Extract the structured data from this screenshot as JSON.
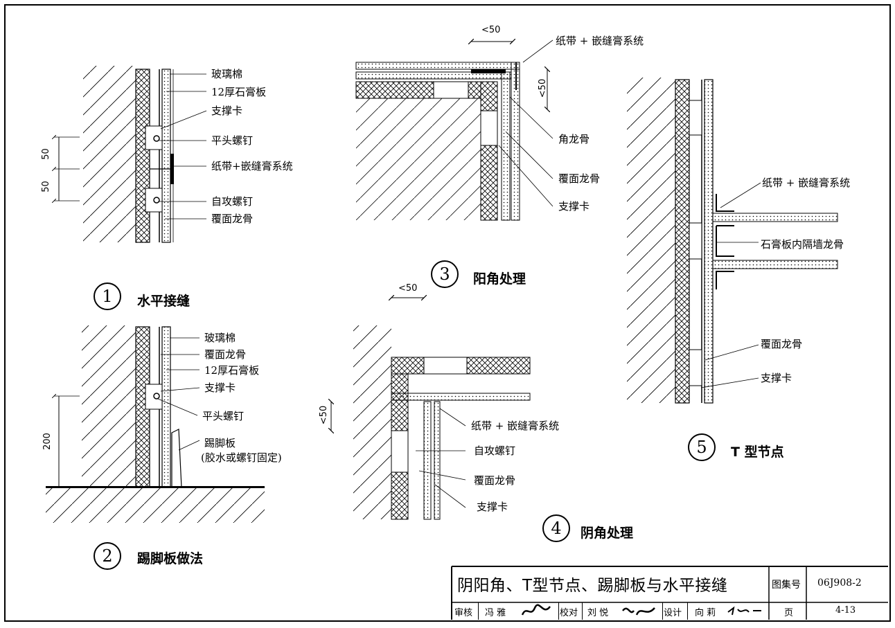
{
  "detail1": {
    "number": "1",
    "title": "水平接缝",
    "labels": [
      "玻璃棉",
      "12厚石膏板",
      "支撑卡",
      "平头螺钉",
      "纸带+嵌缝膏系统",
      "自攻螺钉",
      "覆面龙骨"
    ],
    "dims": [
      "50",
      "50"
    ]
  },
  "detail2": {
    "number": "2",
    "title": "踢脚板做法",
    "labels": [
      "玻璃棉",
      "覆面龙骨",
      "12厚石膏板",
      "支撑卡",
      "平头螺钉",
      "踢脚板",
      "(胶水或螺钉固定)"
    ],
    "dims": [
      "200"
    ]
  },
  "detail3": {
    "number": "3",
    "title": "阳角处理",
    "labels": [
      "纸带 + 嵌缝膏系统",
      "角龙骨",
      "覆面龙骨",
      "支撑卡"
    ],
    "dims": [
      "<50",
      "<50"
    ]
  },
  "detail4": {
    "number": "4",
    "title": "阴角处理",
    "labels": [
      "纸带 + 嵌缝膏系统",
      "自攻螺钉",
      "覆面龙骨",
      "支撑卡"
    ],
    "dims": [
      "<50",
      "<50"
    ]
  },
  "detail5": {
    "number": "5",
    "title": "T 型节点",
    "labels": [
      "纸带 + 嵌缝膏系统",
      "石膏板内隔墙龙骨",
      "覆面龙骨",
      "支撑卡"
    ]
  },
  "title_block": {
    "title": "阴阳角、T型节点、踢脚板与水平接缝",
    "atlas_label": "图集号",
    "atlas_no": "06J908-2",
    "review_label": "审核",
    "reviewer": "冯 雅",
    "check_label": "校对",
    "checker": "刘 悦",
    "design_label": "设计",
    "designer": "向 莉",
    "page_label": "页",
    "page_no": "4-13"
  }
}
